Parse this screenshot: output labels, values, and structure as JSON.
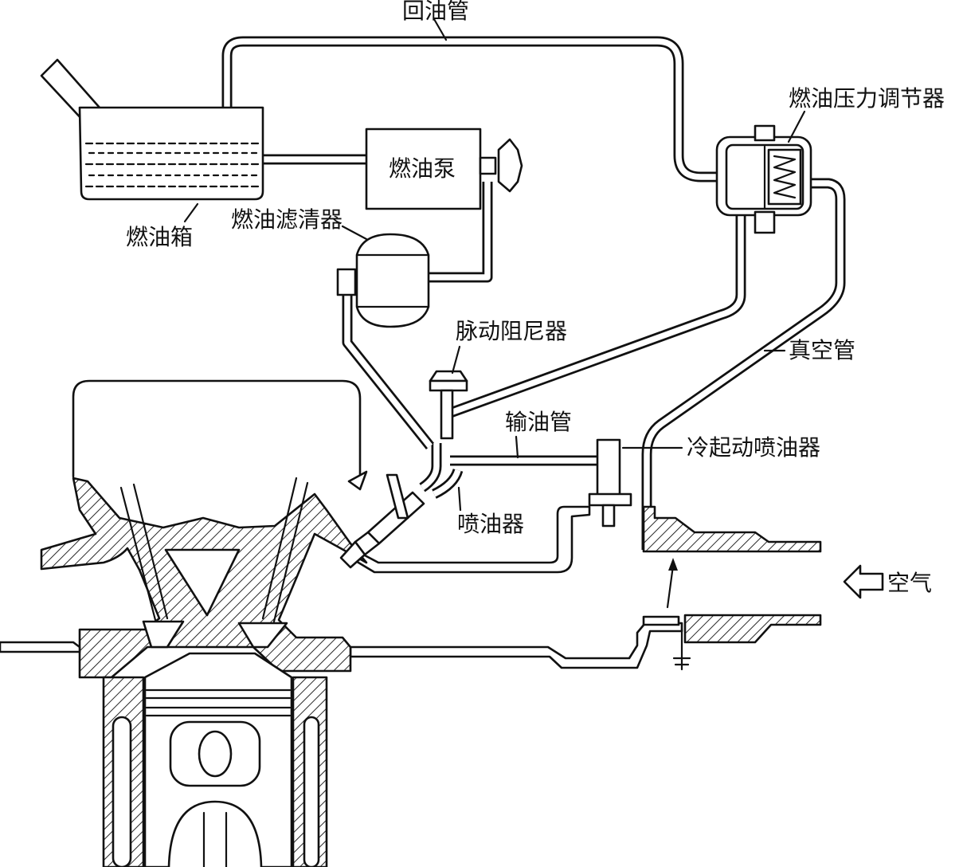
{
  "labels": {
    "return_line": "回油管",
    "pressure_regulator": "燃油压力调节器",
    "fuel_pump": "燃油泵",
    "fuel_tank": "燃油箱",
    "fuel_filter": "燃油滤清器",
    "pulsation_damper": "脉动阻尼器",
    "vacuum_line": "真空管",
    "delivery_line": "输油管",
    "cold_start_injector": "冷起动喷油器",
    "injector": "喷油器",
    "air": "空气"
  },
  "colors": {
    "line": "#111111",
    "background": "#ffffff"
  }
}
